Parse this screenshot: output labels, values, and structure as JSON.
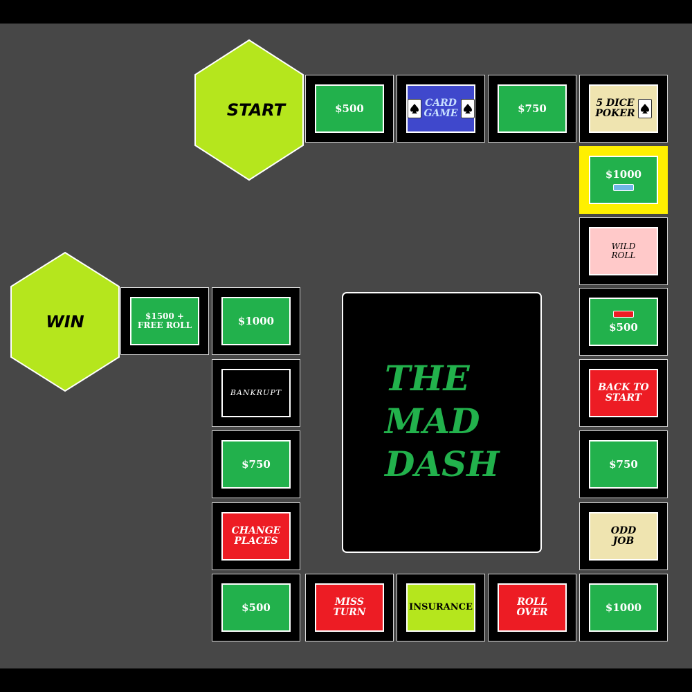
{
  "colors": {
    "board_bg": "#474747",
    "green": "#22b14c",
    "red": "#ed1c24",
    "blue": "#3f48cc",
    "beige": "#efe4b0",
    "pink": "#ffc9c9",
    "lime": "#b5e61d",
    "highlight": "#fff000",
    "title_green": "#22b14c"
  },
  "start": {
    "label": "START"
  },
  "win": {
    "label": "WIN"
  },
  "title": {
    "line1": "THE",
    "line2": "MAD",
    "line3": "DASH"
  },
  "tiles": {
    "top_500": "$500",
    "card_game_1": "CARD",
    "card_game_2": "GAME",
    "top_750": "$750",
    "poker_1": "5 DICE",
    "poker_2": "POKER",
    "right_1000": "$1000",
    "wild_1": "WILD",
    "wild_2": "ROLL",
    "right_500": "$500",
    "back_1": "BACK TO",
    "back_2": "START",
    "right_750": "$750",
    "odd_1": "ODD",
    "odd_2": "JOB",
    "bottom_1000": "$1000",
    "roll_1": "ROLL",
    "roll_2": "OVER",
    "insurance": "INSURANCE",
    "miss_1": "MISS",
    "miss_2": "TURN",
    "bottom_500": "$500",
    "change_1": "CHANGE",
    "change_2": "PLACES",
    "left_750": "$750",
    "bankrupt": "BANKRUPT",
    "left_1000": "$1000",
    "final_1": "$1500 +",
    "final_2": "FREE ROLL"
  },
  "icons": {
    "card": "spade-card-icon",
    "chip_blue": "blue-chip-icon",
    "chip_red": "red-chip-icon"
  }
}
